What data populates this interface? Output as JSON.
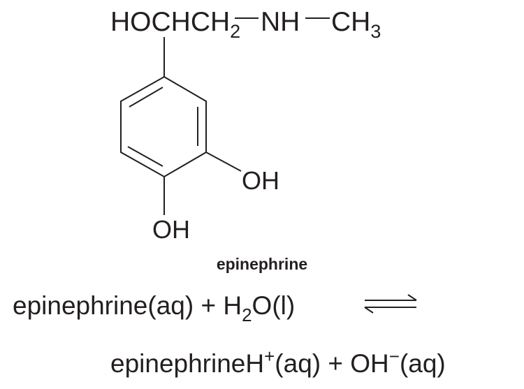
{
  "structure": {
    "top_group": {
      "a": "HOCHCH",
      "a_sub": "2",
      "b": "NH",
      "c": "CH",
      "c_sub": "3"
    },
    "oh_meta": "OH",
    "oh_para": "OH",
    "name_label": "epinephrine"
  },
  "equation": {
    "line1": {
      "reactant": "epinephrine(aq) + H",
      "h2o_sub": "2",
      "rest": "O(l)"
    },
    "arrow": "equilibrium-arrows-icon",
    "line2": {
      "product1": "epinephrineH",
      "charge_plus": "+",
      "mid": "(aq) + OH",
      "charge_minus": "−",
      "end": "(aq)"
    }
  }
}
